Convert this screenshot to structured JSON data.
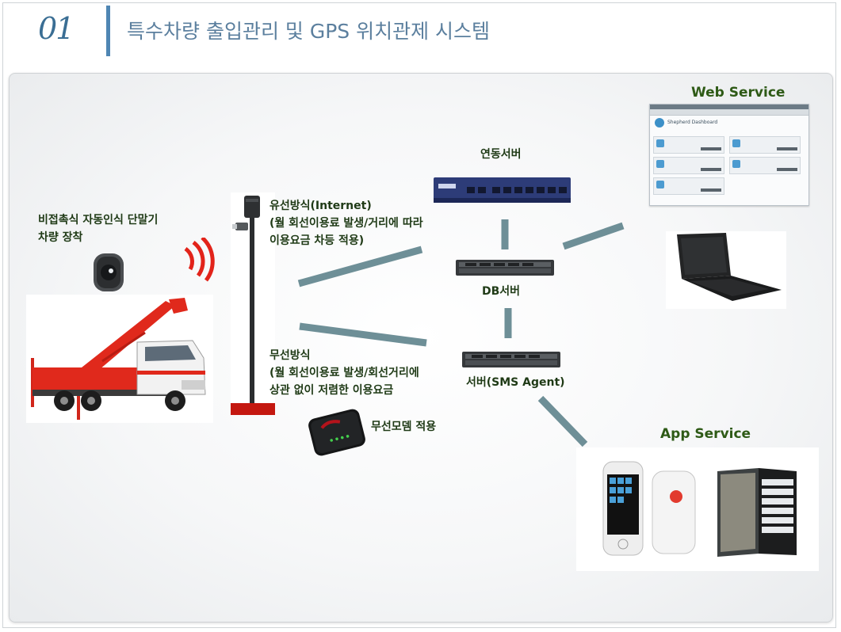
{
  "header": {
    "number": "01",
    "title": "특수차량 출입관리 및 GPS 위치관제 시스템"
  },
  "labels": {
    "terminal": [
      "비접촉식 자동인식 단말기",
      "차량 장착"
    ],
    "wired": [
      "유선방식(Internet)",
      "(월 회선이용료 발생/거리에 따라",
      "이용요금 차등 적용)"
    ],
    "wireless": [
      "무선방식",
      "(월 회선이용료 발생/회선거리에",
      "상관 없이 저렴한 이용요금"
    ],
    "modem": "무선모뎀 적용",
    "link_server": "연동서버",
    "db_server": "DB서버",
    "sms_server": "서버(SMS Agent)",
    "web_service": "Web Service",
    "app_service": "App Service"
  },
  "web_screenshot": {
    "header_text": "Shepherd Dashboard"
  },
  "colors": {
    "accent_blue": "#4f86b3",
    "connector": "#6e8f97",
    "label_green": "#2e5a16",
    "truck_red": "#e0291c"
  },
  "icons": {
    "reader": "rfid-reader-icon",
    "signal": "wireless-signal-icon",
    "pole": "gps-antenna-pole-icon",
    "truck": "aerial-ladder-truck-icon",
    "modem": "wireless-modem-icon",
    "switch": "network-switch-icon",
    "rack": "rack-server-icon",
    "laptop": "laptop-icon",
    "phone": "smartphone-icon"
  }
}
